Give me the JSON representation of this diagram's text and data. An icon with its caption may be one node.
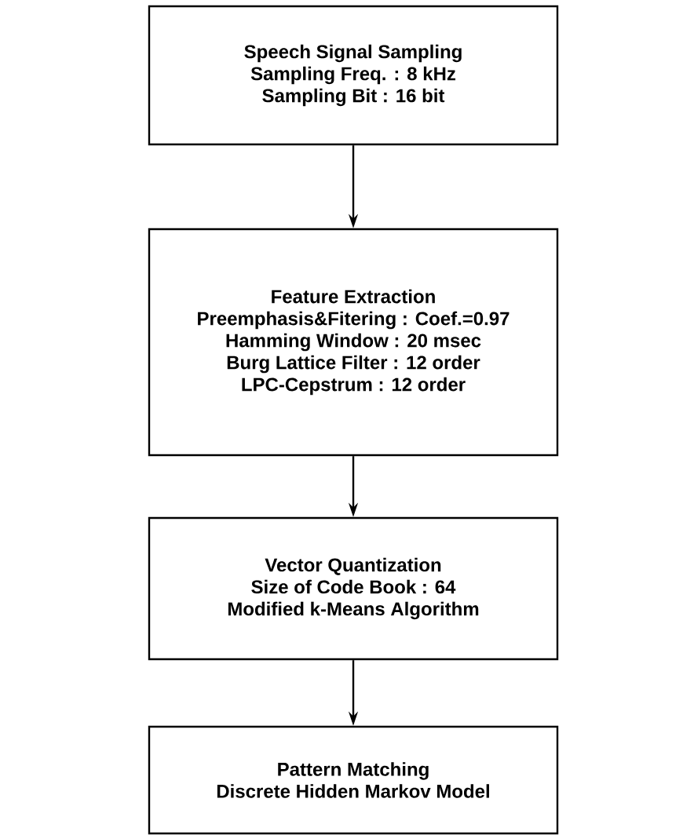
{
  "diagram": {
    "nodes": [
      {
        "text": [
          "Speech Signal Sampling",
          "Sampling Freq. : 8 kHz",
          "Sampling Bit : 16 bit"
        ]
      },
      {
        "text": [
          "Feature Extraction",
          "Preemphasis&Fitering : Coef.=0.97",
          "Hamming Window : 20 msec",
          "Burg Lattice Filter : 12 order",
          "LPC-Cepstrum : 12 order"
        ]
      },
      {
        "text": [
          "Vector Quantization",
          "Size of Code Book : 64",
          "Modified k-Means Algorithm"
        ]
      },
      {
        "text": [
          "Pattern Matching",
          "Discrete Hidden Markov Model"
        ]
      }
    ],
    "edges": [
      {
        "from": 0,
        "to": 1,
        "arrow": "to"
      },
      {
        "from": 1,
        "to": 2,
        "arrow": "to"
      },
      {
        "from": 2,
        "to": 3,
        "arrow": "to"
      }
    ]
  }
}
